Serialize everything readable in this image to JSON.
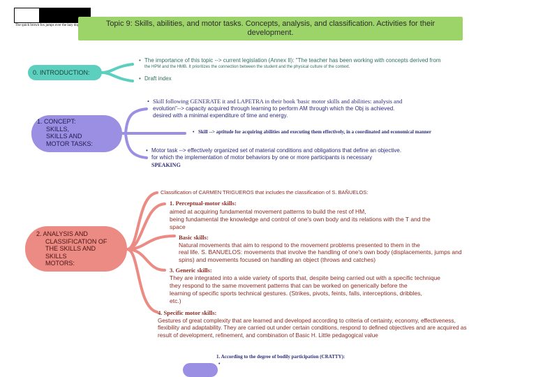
{
  "logo": {
    "caption": "The quick brown fox jumps over the lazy dog"
  },
  "title": {
    "line1": "Topic 9: Skills, abilities, and motor tasks. Concepts, analysis, and classification. Activities for their",
    "line2": "development."
  },
  "colors": {
    "title_bg": "#9cd46a",
    "intro": "#5ccfbe",
    "concept": "#9b8fe3",
    "analysis": "#ec8a84"
  },
  "intro": {
    "node_label": "0.  INTRODUCTION:",
    "item1_line1": "The importance of this topic --> current legislation (Annex II): \"The teacher has been working with concepts derived from",
    "item1_line2": "the HPM and the HMB. It prioritizes the connection between the student and the physical culture of the context.",
    "item2": "Draft index"
  },
  "concept": {
    "node_lines": [
      "1.  CONCEPT:",
      "SKILLS,",
      "SKILLS AND",
      "MOTOR TASKS:"
    ],
    "skill_line1": "Skill following GENERATE it and LAPETRA in their book 'basic motor skills and abilities: analysis and",
    "skill_line2": "evolution\"--> capacity acquired through learning to perform AM through which the Obj is achieved.",
    "skill_line3": "desired with a minimal expenditure of time and energy.",
    "skill_def": "Skill --> aptitude for acquiring abilities and executing them effectively, in a coordinated and economical manner",
    "task_line1": "Motor task --> effectively organized set of material conditions and obligations that define an objective.",
    "task_line2": "for which the implementation of motor behaviors by one or more participants is necessary",
    "task_line3": "SPEAKING"
  },
  "analysis": {
    "node_lines": [
      "2.  ANALYSIS  AND",
      "CLASSIFICATION OF",
      "THE SKILLS AND",
      "SKILLS",
      "MOTORS:"
    ],
    "header": "Classification of CARMEN TRIGUEROS that includes the classification of S. BAÑUELOS:",
    "perceptual_title": "1. Perceptual-motor skills:",
    "perceptual_lines": [
      "aimed at acquiring fundamental movement patterns to build the rest of HM,",
      "being fundamental the knowledge and control of one's own body and its relations with the T and the",
      "space"
    ],
    "basic_title": "Basic skills:",
    "basic_lines": [
      "Natural movements that aim to respond to the movement problems presented to them in the",
      "real life. S. BANUELOS: movements that involve the handling of one's own body (displacements, jumps and",
      "spins) and movements focused on handling an object (throws and catches)"
    ],
    "generic_title": "3. Generic skills:",
    "generic_lines": [
      "They are integrated into a wide variety of sports that, despite being carried out with a specific technique",
      "they respond to the same movement patterns that can be worked on generically before the",
      "learning of specific sports technical gestures. (Strikes, pivots, feints, falls, interceptions, dribbles,",
      "etc.)"
    ],
    "specific_title": "4. Specific motor skills:",
    "specific_lines": [
      "Gestures of great complexity that are learned and developed according to criteria of certainty, economy, effectiveness,",
      "flexibility and adaptability. They are carried out under certain conditions, respond to defined objectives and are acquired as",
      "result of development, refinement, and combination of Basic H. Little pedagogical value"
    ]
  },
  "classification": {
    "item1": "1. According to the degree of bodily participation (CRATTY):"
  }
}
